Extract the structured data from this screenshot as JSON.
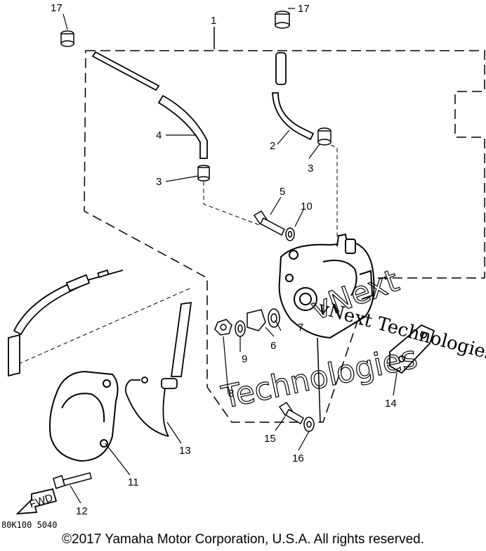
{
  "callouts": {
    "c1": "1",
    "c2": "2",
    "c3a": "3",
    "c3b": "3",
    "c4": "4",
    "c5": "5",
    "c6": "6",
    "c7": "7",
    "c8": "8",
    "c9": "9",
    "c10": "10",
    "c11": "11",
    "c12": "12",
    "c13": "13",
    "c14": "14",
    "c15": "15",
    "c16": "16",
    "c17a": "17",
    "c17b": "17"
  },
  "watermark": {
    "line1": "vNext Technologies",
    "line2": "Technologies",
    "line3": "vNext"
  },
  "arrow_label": "FWD",
  "diagram_code": "80K100 5040",
  "copyright": "©2017 Yamaha Motor Corporation, U.S.A. All rights reserved."
}
